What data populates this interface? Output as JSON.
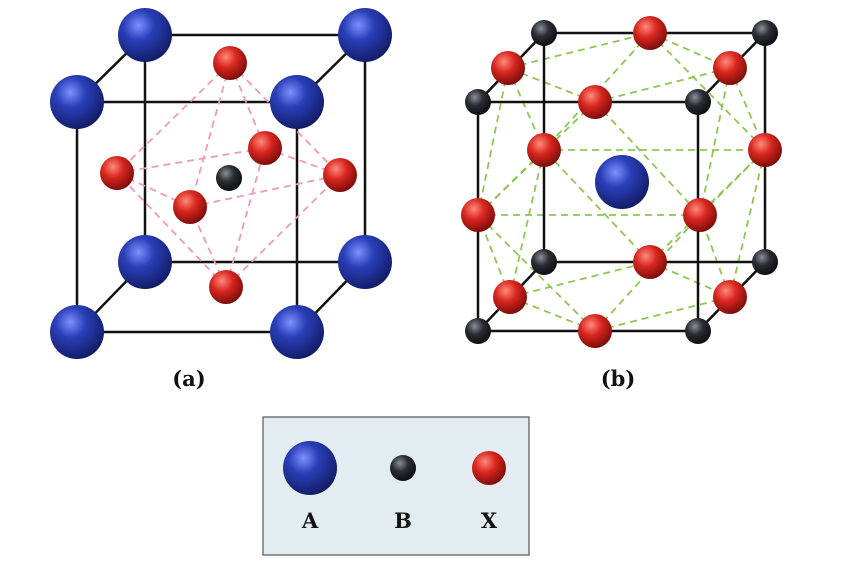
{
  "panels": [
    {
      "id": "a",
      "caption": "(a)"
    },
    {
      "id": "b",
      "caption": "(b)"
    }
  ],
  "legend": {
    "items": [
      {
        "atom": "A",
        "label": "A",
        "color": "#2a3fb8"
      },
      {
        "atom": "B",
        "label": "B",
        "color": "#2a2d33"
      },
      {
        "atom": "X",
        "label": "X",
        "color": "#d8261f"
      }
    ],
    "background": "#e3edf1",
    "border": "#555555"
  },
  "colors": {
    "edge": "#111111",
    "panel_a_dash": "#ee99bb",
    "panel_b_dash": "#8cc850"
  }
}
